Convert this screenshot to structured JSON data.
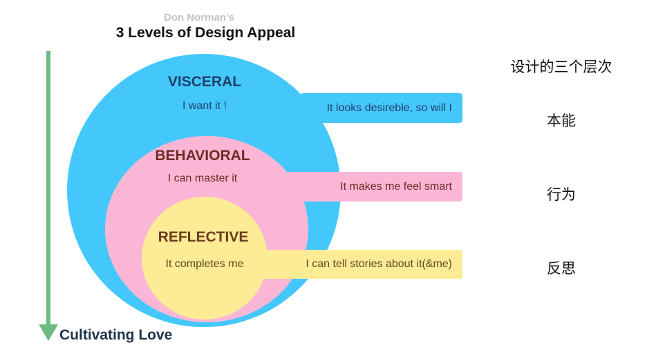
{
  "header": {
    "subtitle": "Don Norman’s",
    "title": "3 Levels of Design Appeal"
  },
  "arrow": {
    "label": "Cultivating Love",
    "color": "#6dbb82"
  },
  "levels": [
    {
      "title": "VISCERAL",
      "subtitle": "I want it !",
      "band_text": "It looks desireble, so will I",
      "cn_label": "本能",
      "color": "#44c8fb"
    },
    {
      "title": "BEHAVIORAL",
      "subtitle": "I can master it",
      "band_text": "It makes me feel smart",
      "cn_label": "行为",
      "color": "#fbb6d6"
    },
    {
      "title": "REFLECTIVE",
      "subtitle": "It completes me",
      "band_text": "I can tell stories about it(&me)",
      "cn_label": "反思",
      "color": "#fdeb96"
    }
  ],
  "cn_header": "设计的三个层次"
}
